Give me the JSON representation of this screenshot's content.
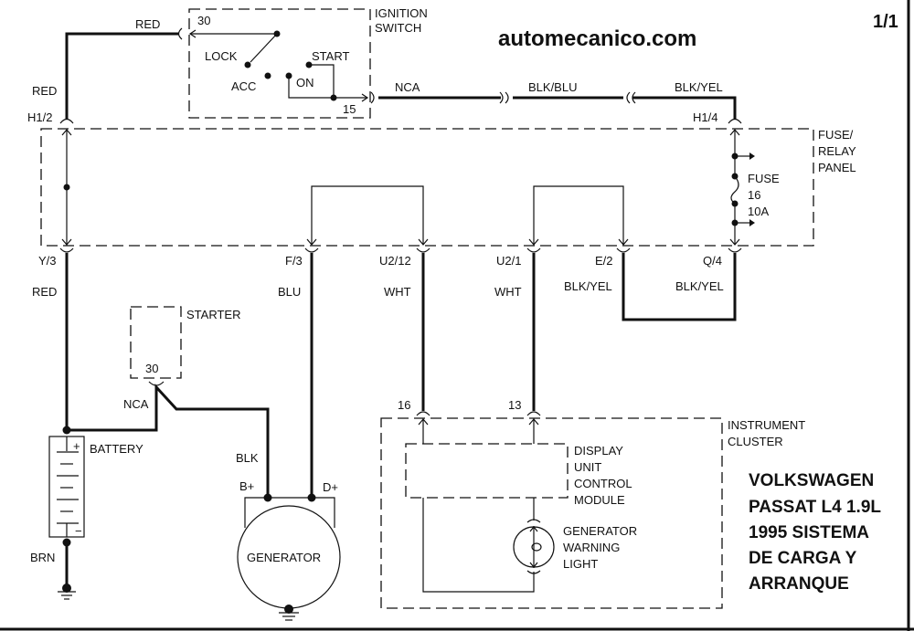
{
  "header": {
    "site": "automecanico.com",
    "page": "1/1"
  },
  "title_lines": [
    "VOLKSWAGEN",
    "PASSAT L4 1.9L",
    "1995 SISTEMA",
    "DE CARGA Y",
    "ARRANQUE"
  ],
  "components": {
    "ignition_switch": {
      "name": [
        "IGNITION",
        "SWITCH"
      ],
      "terminals": {
        "in": "30",
        "out": "15"
      },
      "positions": [
        "LOCK",
        "ACC",
        "ON",
        "START"
      ]
    },
    "fuse_relay_panel": {
      "name": [
        "FUSE/",
        "RELAY",
        "PANEL"
      ],
      "fuse": [
        "FUSE",
        "16",
        "10A"
      ]
    },
    "starter": {
      "name": "STARTER",
      "terminal": "30"
    },
    "battery": {
      "name": "BATTERY",
      "pos": "+",
      "neg": "−"
    },
    "generator": {
      "name": "GENERATOR",
      "terminals": [
        "B+",
        "D+"
      ]
    },
    "instrument_cluster": {
      "name": [
        "INSTRUMENT",
        "CLUSTER"
      ],
      "pins": [
        "16",
        "13"
      ]
    },
    "display_unit": {
      "name": [
        "DISPLAY",
        "UNIT",
        "CONTROL",
        "MODULE"
      ]
    },
    "warning_light": {
      "name": [
        "GENERATOR",
        "WARNING",
        "LIGHT"
      ]
    }
  },
  "wires": {
    "red_top": "RED",
    "red_left": "RED",
    "nca_top": "NCA",
    "blk_blu": "BLK/BLU",
    "blk_yel_top": "BLK/YEL",
    "red_bottom": "RED",
    "blu": "BLU",
    "wht1": "WHT",
    "wht2": "WHT",
    "blk_yel_e2": "BLK/YEL",
    "blk_yel_q4": "BLK/YEL",
    "nca_starter": "NCA",
    "blk_gen": "BLK",
    "brn": "BRN"
  },
  "connectors": {
    "h1_2": "H1/2",
    "h1_4": "H1/4",
    "y3": "Y/3",
    "f3": "F/3",
    "u2_12": "U2/12",
    "u2_1": "U2/1",
    "e2": "E/2",
    "q4": "Q/4"
  }
}
